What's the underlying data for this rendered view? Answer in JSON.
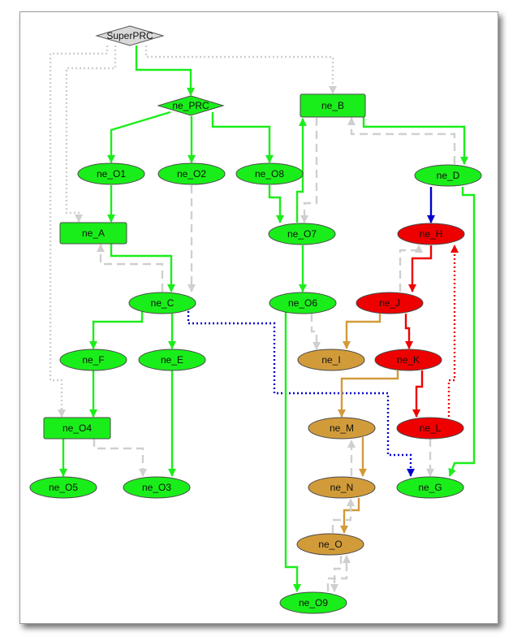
{
  "colors": {
    "green": "#1aee1a",
    "red": "#ee0000",
    "tan": "#d29b3a",
    "gray_node": "#d9d9d9",
    "edge_gray": "#cfcfcf",
    "edge_blue": "#0000cc",
    "edge_red": "#ee0000"
  },
  "nodes": [
    {
      "id": "SuperPRC",
      "label": "SuperPRC",
      "shape": "diamond",
      "fill": "#d9d9d9"
    },
    {
      "id": "ne_PRC",
      "label": "ne_PRC",
      "shape": "diamond",
      "fill": "#1aee1a"
    },
    {
      "id": "ne_B",
      "label": "ne_B",
      "shape": "rect",
      "fill": "#1aee1a"
    },
    {
      "id": "ne_O1",
      "label": "ne_O1",
      "shape": "ellipse",
      "fill": "#1aee1a"
    },
    {
      "id": "ne_O2",
      "label": "ne_O2",
      "shape": "ellipse",
      "fill": "#1aee1a"
    },
    {
      "id": "ne_O8",
      "label": "ne_O8",
      "shape": "ellipse",
      "fill": "#1aee1a"
    },
    {
      "id": "ne_D",
      "label": "ne_D",
      "shape": "ellipse",
      "fill": "#1aee1a"
    },
    {
      "id": "ne_A",
      "label": "ne_A",
      "shape": "rect",
      "fill": "#1aee1a"
    },
    {
      "id": "ne_O7",
      "label": "ne_O7",
      "shape": "ellipse",
      "fill": "#1aee1a"
    },
    {
      "id": "ne_H",
      "label": "ne_H",
      "shape": "ellipse",
      "fill": "#ee0000"
    },
    {
      "id": "ne_C",
      "label": "ne_C",
      "shape": "ellipse",
      "fill": "#1aee1a"
    },
    {
      "id": "ne_O6",
      "label": "ne_O6",
      "shape": "ellipse",
      "fill": "#1aee1a"
    },
    {
      "id": "ne_J",
      "label": "ne_J",
      "shape": "ellipse",
      "fill": "#ee0000"
    },
    {
      "id": "ne_F",
      "label": "ne_F",
      "shape": "ellipse",
      "fill": "#1aee1a"
    },
    {
      "id": "ne_E",
      "label": "ne_E",
      "shape": "ellipse",
      "fill": "#1aee1a"
    },
    {
      "id": "ne_I",
      "label": "ne_I",
      "shape": "ellipse",
      "fill": "#d29b3a"
    },
    {
      "id": "ne_K",
      "label": "ne_K",
      "shape": "ellipse",
      "fill": "#ee0000"
    },
    {
      "id": "ne_O4",
      "label": "ne_O4",
      "shape": "rect",
      "fill": "#1aee1a"
    },
    {
      "id": "ne_M",
      "label": "ne_M",
      "shape": "ellipse",
      "fill": "#d29b3a"
    },
    {
      "id": "ne_L",
      "label": "ne_L",
      "shape": "ellipse",
      "fill": "#ee0000"
    },
    {
      "id": "ne_O5",
      "label": "ne_O5",
      "shape": "ellipse",
      "fill": "#1aee1a"
    },
    {
      "id": "ne_O3",
      "label": "ne_O3",
      "shape": "ellipse",
      "fill": "#1aee1a"
    },
    {
      "id": "ne_N",
      "label": "ne_N",
      "shape": "ellipse",
      "fill": "#d29b3a"
    },
    {
      "id": "ne_G",
      "label": "ne_G",
      "shape": "ellipse",
      "fill": "#1aee1a"
    },
    {
      "id": "ne_O",
      "label": "ne_O",
      "shape": "ellipse",
      "fill": "#d29b3a"
    },
    {
      "id": "ne_O9",
      "label": "ne_O9",
      "shape": "ellipse",
      "fill": "#1aee1a"
    }
  ],
  "edges": [
    {
      "from": "SuperPRC",
      "to": "ne_PRC",
      "style": "solid",
      "color": "#1aee1a"
    },
    {
      "from": "SuperPRC",
      "to": "ne_B",
      "style": "dotted",
      "color": "#cfcfcf"
    },
    {
      "from": "SuperPRC",
      "to": "ne_A",
      "style": "dotted",
      "color": "#cfcfcf"
    },
    {
      "from": "SuperPRC",
      "to": "ne_O4",
      "style": "dotted",
      "color": "#cfcfcf"
    },
    {
      "from": "ne_PRC",
      "to": "ne_O1",
      "style": "solid",
      "color": "#1aee1a"
    },
    {
      "from": "ne_PRC",
      "to": "ne_O2",
      "style": "solid",
      "color": "#1aee1a"
    },
    {
      "from": "ne_PRC",
      "to": "ne_O8",
      "style": "solid",
      "color": "#1aee1a"
    },
    {
      "from": "ne_O1",
      "to": "ne_A",
      "style": "solid",
      "color": "#1aee1a"
    },
    {
      "from": "ne_O2",
      "to": "ne_C",
      "style": "dashed",
      "color": "#cfcfcf"
    },
    {
      "from": "ne_O8",
      "to": "ne_O7",
      "style": "solid",
      "color": "#1aee1a"
    },
    {
      "from": "ne_A",
      "to": "ne_C",
      "style": "solid",
      "color": "#1aee1a"
    },
    {
      "from": "ne_C",
      "to": "ne_A",
      "style": "dashed",
      "color": "#cfcfcf"
    },
    {
      "from": "ne_O7",
      "to": "ne_B",
      "style": "solid",
      "color": "#1aee1a"
    },
    {
      "from": "ne_B",
      "to": "ne_O7",
      "style": "dashed",
      "color": "#cfcfcf"
    },
    {
      "from": "ne_B",
      "to": "ne_D",
      "style": "solid",
      "color": "#1aee1a"
    },
    {
      "from": "ne_D",
      "to": "ne_B",
      "style": "dashed",
      "color": "#cfcfcf"
    },
    {
      "from": "ne_O7",
      "to": "ne_O6",
      "style": "solid",
      "color": "#1aee1a"
    },
    {
      "from": "ne_D",
      "to": "ne_H",
      "style": "solid",
      "color": "#0000cc"
    },
    {
      "from": "ne_D",
      "to": "ne_G",
      "style": "solid",
      "color": "#1aee1a"
    },
    {
      "from": "ne_H",
      "to": "ne_J",
      "style": "solid",
      "color": "#ee0000"
    },
    {
      "from": "ne_J",
      "to": "ne_H",
      "style": "dashed",
      "color": "#cfcfcf"
    },
    {
      "from": "ne_J",
      "to": "ne_I",
      "style": "solid",
      "color": "#d29b3a"
    },
    {
      "from": "ne_J",
      "to": "ne_K",
      "style": "solid",
      "color": "#ee0000"
    },
    {
      "from": "ne_C",
      "to": "ne_F",
      "style": "solid",
      "color": "#1aee1a"
    },
    {
      "from": "ne_C",
      "to": "ne_E",
      "style": "solid",
      "color": "#1aee1a"
    },
    {
      "from": "ne_C",
      "to": "ne_G",
      "style": "dotted",
      "color": "#0000cc"
    },
    {
      "from": "ne_O6",
      "to": "ne_I",
      "style": "dashed",
      "color": "#cfcfcf"
    },
    {
      "from": "ne_O6",
      "to": "ne_O9",
      "style": "solid",
      "color": "#1aee1a"
    },
    {
      "from": "ne_K",
      "to": "ne_M",
      "style": "solid",
      "color": "#d29b3a"
    },
    {
      "from": "ne_K",
      "to": "ne_L",
      "style": "solid",
      "color": "#ee0000"
    },
    {
      "from": "ne_L",
      "to": "ne_H",
      "style": "dotted",
      "color": "#ee0000"
    },
    {
      "from": "ne_L",
      "to": "ne_G",
      "style": "dashed",
      "color": "#cfcfcf"
    },
    {
      "from": "ne_F",
      "to": "ne_O4",
      "style": "solid",
      "color": "#1aee1a"
    },
    {
      "from": "ne_E",
      "to": "ne_O3",
      "style": "solid",
      "color": "#1aee1a"
    },
    {
      "from": "ne_O4",
      "to": "ne_O5",
      "style": "solid",
      "color": "#1aee1a"
    },
    {
      "from": "ne_O4",
      "to": "ne_O3",
      "style": "dashed",
      "color": "#cfcfcf"
    },
    {
      "from": "ne_M",
      "to": "ne_N",
      "style": "solid",
      "color": "#d29b3a"
    },
    {
      "from": "ne_N",
      "to": "ne_M",
      "style": "dashed",
      "color": "#cfcfcf"
    },
    {
      "from": "ne_N",
      "to": "ne_O",
      "style": "solid",
      "color": "#d29b3a"
    },
    {
      "from": "ne_O",
      "to": "ne_N",
      "style": "dashed",
      "color": "#cfcfcf"
    },
    {
      "from": "ne_O",
      "to": "ne_O9",
      "style": "dashed",
      "color": "#cfcfcf"
    },
    {
      "from": "ne_O9",
      "to": "ne_O",
      "style": "dashed",
      "color": "#cfcfcf"
    }
  ]
}
